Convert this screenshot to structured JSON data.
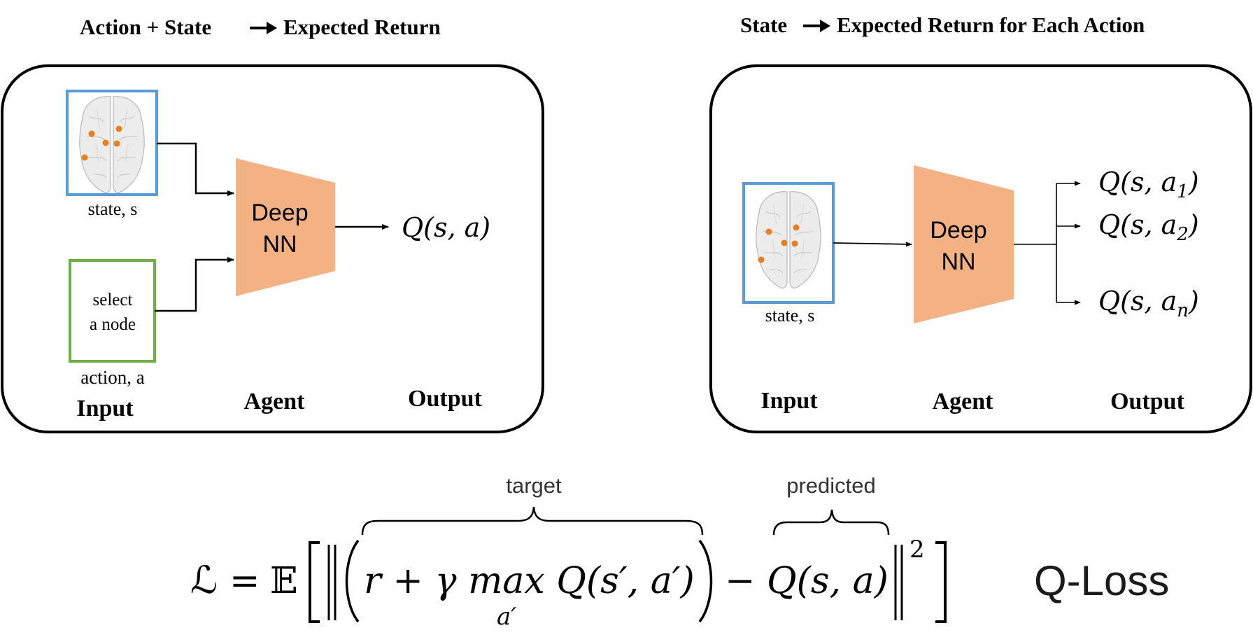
{
  "left_panel": {
    "title_left": "Action + State",
    "title_right": "Expected Return",
    "state_label": "state, s",
    "action_box_line1": "select",
    "action_box_line2": "a node",
    "action_label": "action, a",
    "agent_line1": "Deep",
    "agent_line2": "NN",
    "output_formula": "Q(s, a)",
    "col_input": "Input",
    "col_agent": "Agent",
    "col_output": "Output"
  },
  "right_panel": {
    "title_left": "State",
    "title_right": "Expected Return for Each Action",
    "state_label": "state, s",
    "agent_line1": "Deep",
    "agent_line2": "NN",
    "outputs": [
      {
        "prefix": "Q(s, a",
        "sub": "1",
        "suffix": ")"
      },
      {
        "prefix": "Q(s, a",
        "sub": "2",
        "suffix": ")"
      },
      {
        "prefix": "Q(s, a",
        "sub": "n",
        "suffix": ")"
      }
    ],
    "col_input": "Input",
    "col_agent": "Agent",
    "col_output": "Output"
  },
  "loss": {
    "target_label": "target",
    "predicted_label": "predicted",
    "lhs": "ℒ",
    "equals": "=",
    "expectation": "𝔼",
    "target_expr": "r + γ max Q(s′, a′)",
    "max_subscript": "a′",
    "minus": "−",
    "predicted_expr": "Q(s, a)",
    "exponent": "2",
    "name": "Q-Loss"
  },
  "colors": {
    "agent_fill": "#f4b183",
    "state_border": "#5b9bd5",
    "action_border": "#70ad47",
    "node_dot": "#e67e22",
    "panel_border": "#000000"
  }
}
